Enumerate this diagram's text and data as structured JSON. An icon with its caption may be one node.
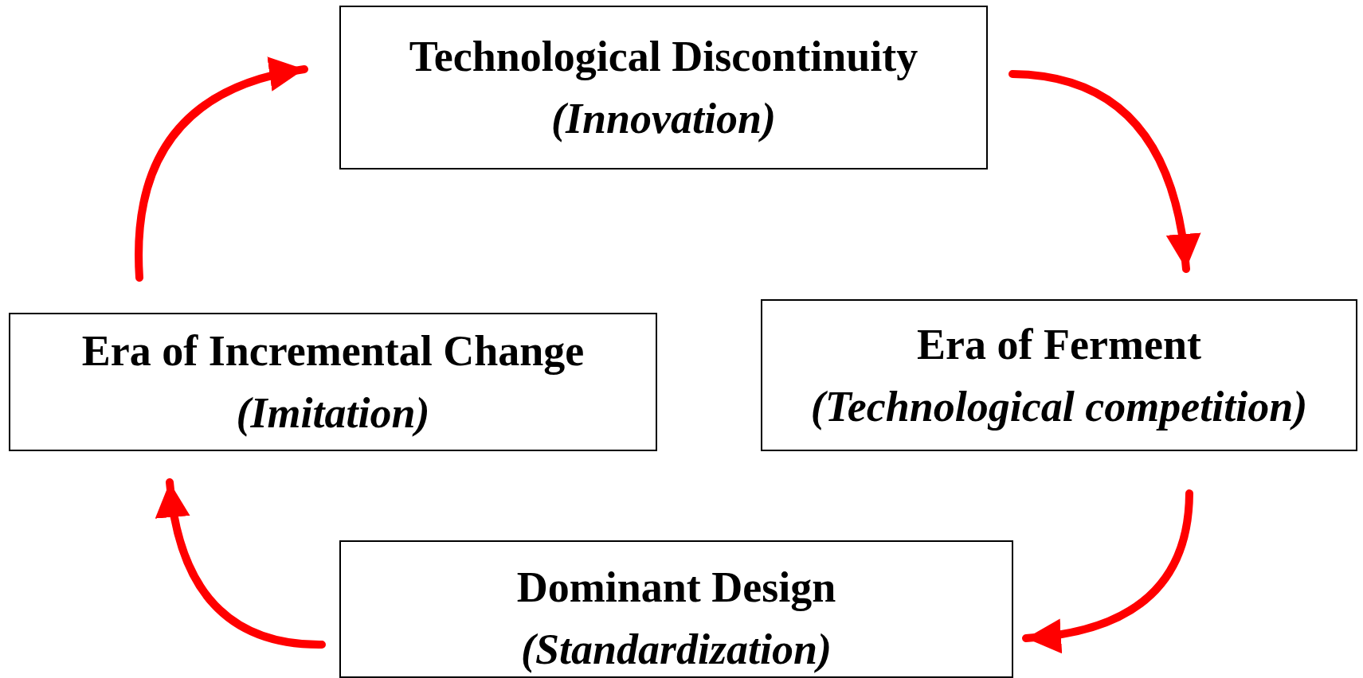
{
  "diagram": {
    "nodes": [
      {
        "text": [
          "Technological Discontinuity",
          "(Innovation)"
        ]
      },
      {
        "text": [
          "Era of Ferment",
          "(Technological competition)"
        ]
      },
      {
        "text": [
          "Dominant Design",
          "(Standardization)"
        ]
      },
      {
        "text": [
          "Era of Incremental Change",
          "(Imitation)"
        ]
      }
    ],
    "edges": [
      {
        "from": 0,
        "to": 1,
        "arrow": "to"
      },
      {
        "from": 1,
        "to": 2,
        "arrow": "to"
      },
      {
        "from": 2,
        "to": 3,
        "arrow": "to"
      },
      {
        "from": 3,
        "to": 0,
        "arrow": "to"
      }
    ]
  }
}
